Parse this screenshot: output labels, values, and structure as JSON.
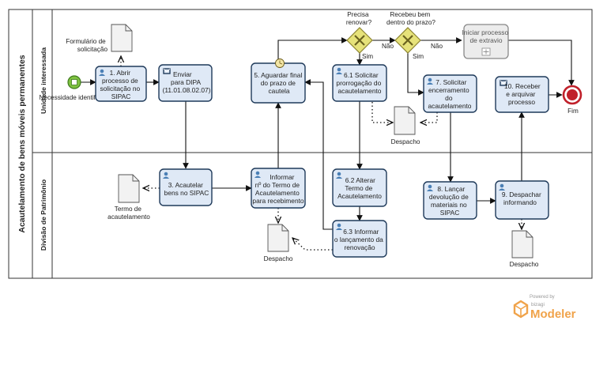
{
  "pool": {
    "title": "Acautelamento de bens móveis permanentes"
  },
  "lanes": {
    "top": "Unidade interessada",
    "bottom": "Divisão de Patrimônio"
  },
  "events": {
    "start": "Necessidade identificada",
    "end": "Fim"
  },
  "tasks": {
    "t1": [
      "1. Abrir",
      "processo de",
      "solicitação no",
      "SIPAC"
    ],
    "t2": [
      "Enviar",
      "para DIPA",
      "(11.01.08.02.07)"
    ],
    "t3": [
      "3. Acautelar",
      "bens no SIPAC"
    ],
    "t4": [
      "Informar",
      "nº do Termo de",
      "Acautelamento",
      "para recebimento"
    ],
    "t5": [
      "5. Aguardar final",
      "do prazo de",
      "cautela"
    ],
    "t61": [
      "6.1 Solicitar",
      "prorrogação do",
      "acautelamento"
    ],
    "t62": [
      "6.2 Alterar",
      "Termo de",
      "Acautelamento"
    ],
    "t63": [
      "6.3 Informar",
      "o lançamento da",
      "renovação"
    ],
    "t7": [
      "7. Solicitar",
      "encerramento",
      "do",
      "acautelamento"
    ],
    "t8": [
      "8. Lançar",
      "devolução de",
      "materiais no",
      "SIPAC"
    ],
    "t9": [
      "9. Despachar",
      "informando"
    ],
    "t10": [
      "10. Receber",
      "e arquivar",
      "processo"
    ],
    "sub": [
      "Iniciar processo",
      "de extravio"
    ]
  },
  "gateways": {
    "g1": [
      "Precisa",
      "renovar?"
    ],
    "g2": [
      "Recebeu bem",
      "dentro do prazo?"
    ]
  },
  "flow_labels": {
    "g1_yes": "Sim",
    "g1_no": "Não",
    "g2_yes": "Sim",
    "g2_no": "Não"
  },
  "documents": {
    "d1": [
      "Formulário de",
      "solicitação"
    ],
    "d2": [
      "Termo de",
      "acautelamento"
    ],
    "d3": [
      "Despacho"
    ],
    "d4": [
      "Despacho"
    ],
    "d5": [
      "Despacho"
    ]
  },
  "watermark": {
    "powered": "Powered by",
    "brand": "bizagi",
    "product": "Modeler"
  },
  "colors": {
    "task_fill": "#dfe9f6",
    "task_stroke": "#1f3a5a",
    "start": "#7fc241",
    "end": "#c0202a",
    "gateway": "#e6e27a",
    "accent": "#f0a34a"
  }
}
